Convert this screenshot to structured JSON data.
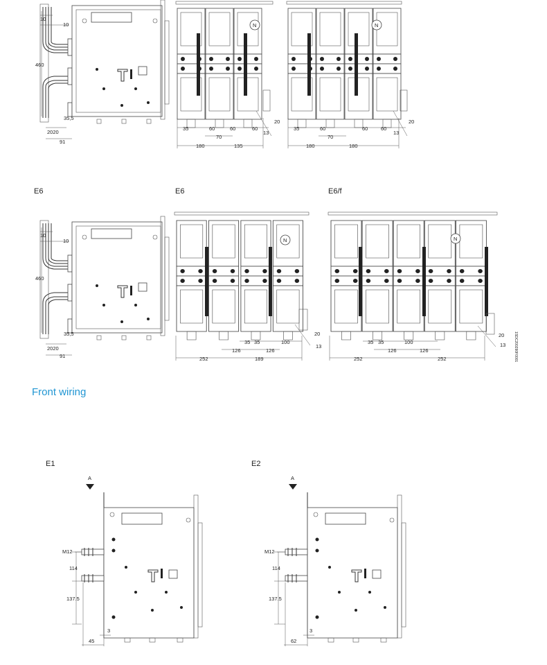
{
  "top_row": {
    "dims": {
      "side_10a": "10",
      "side_10b": "10",
      "side_460": "460",
      "side_35_5": "35,5",
      "side_2020": "2020",
      "side_91": "91",
      "a_35": "35",
      "a_60a": "60",
      "a_70": "70",
      "a_60b": "60",
      "a_60c": "60",
      "a_20": "20",
      "a_13": "13",
      "a_180": "180",
      "a_135": "135",
      "b_35": "35",
      "b_60a": "60",
      "b_70": "70",
      "b_60b": "60",
      "b_60c": "60",
      "b_20": "20",
      "b_13": "13",
      "b_180": "180",
      "b_180b": "180"
    },
    "neutral": "N"
  },
  "middle_row": {
    "labels": {
      "side": "E6",
      "front": "E6",
      "front_f": "E6/f"
    },
    "dims": {
      "side_10a": "10",
      "side_10b": "10",
      "side_460": "460",
      "side_35_5": "35,5",
      "side_2020": "2020",
      "side_91": "91",
      "a_126a": "126",
      "a_35a": "35",
      "a_35b": "35",
      "a_126b": "126",
      "a_100": "100",
      "a_20": "20",
      "a_13": "13",
      "a_252": "252",
      "a_189": "189",
      "b_35a": "35",
      "b_35b": "35",
      "b_100": "100",
      "b_126a": "126",
      "b_126b": "126",
      "b_20": "20",
      "b_13": "13",
      "b_252a": "252",
      "b_252b": "252"
    },
    "neutral": "N",
    "code": "1SDC200290F0001"
  },
  "section_title": "Front wiring",
  "front_wiring": {
    "left": {
      "label": "E1",
      "arrow": "A",
      "m12": "M12",
      "d114": "114",
      "d137": "137.5",
      "d3": "3",
      "d45": "45"
    },
    "right": {
      "label": "E2",
      "arrow": "A",
      "m12": "M12",
      "d114": "114",
      "d137": "137.5",
      "d3": "3",
      "d62": "62"
    }
  },
  "colors": {
    "title": "#2196d3",
    "line": "#333333",
    "fill_dark": "#222222"
  }
}
